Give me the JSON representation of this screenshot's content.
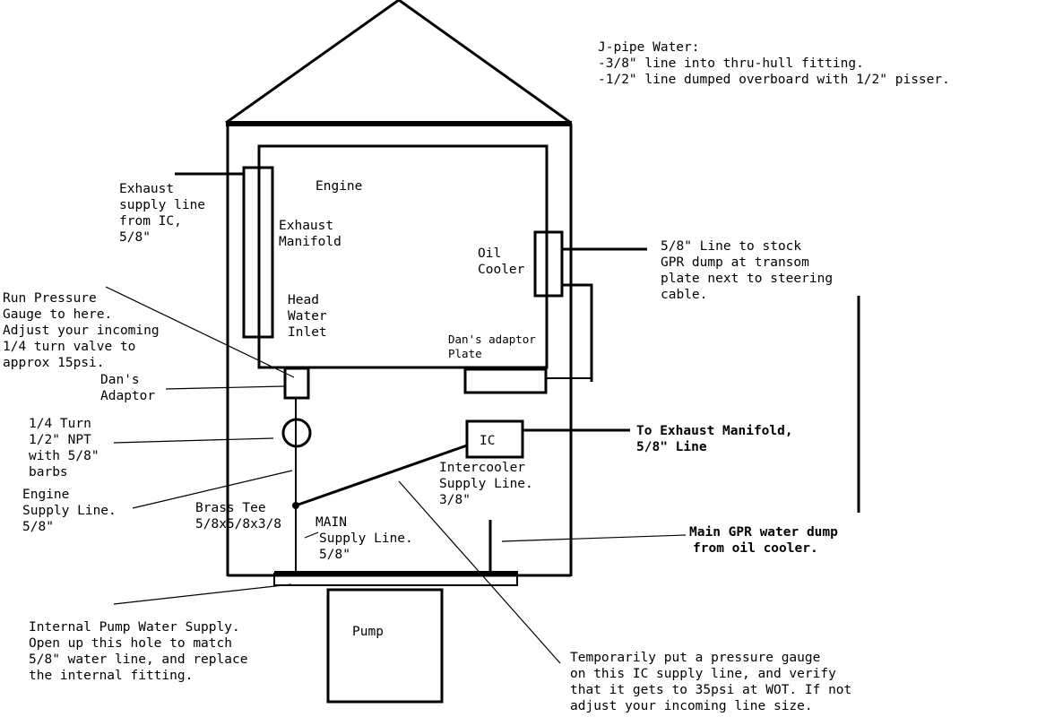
{
  "labels": {
    "jpipe": [
      "J-pipe Water:",
      "-3/8\" line into thru-hull fitting.",
      "-1/2\" line dumped overboard with 1/2\" pisser."
    ],
    "engine": [
      "Engine"
    ],
    "exhaust_supply": [
      "Exhaust",
      "supply line",
      "from IC,",
      "5/8\""
    ],
    "exhaust_manifold": [
      "Exhaust",
      "Manifold"
    ],
    "oil_cooler": [
      "Oil",
      "Cooler"
    ],
    "stock_dump": [
      "5/8\" Line to stock",
      "GPR dump at transom",
      "plate next to steering",
      "cable."
    ],
    "run_pressure": [
      "Run Pressure",
      "Gauge to here.",
      "Adjust your incoming",
      "1/4 turn valve to",
      "approx 15psi."
    ],
    "head_water_inlet": [
      "Head",
      "Water",
      "Inlet"
    ],
    "dans_adaptor_plate": [
      "Dan's adaptor",
      "Plate"
    ],
    "dans_adaptor": [
      "Dan's",
      "Adaptor"
    ],
    "quarter_turn": [
      "1/4 Turn",
      "1/2\" NPT",
      "with 5/8\"",
      "barbs"
    ],
    "ic": [
      "IC"
    ],
    "to_exhaust_manifold": [
      "To Exhaust Manifold,",
      "5/8\" Line"
    ],
    "intercooler_supply": [
      "Intercooler",
      "Supply Line.",
      "3/8\""
    ],
    "engine_supply": [
      "Engine",
      "Supply Line.",
      "5/8\""
    ],
    "brass_tee": [
      "Brass Tee",
      "5/8x5/8x3/8"
    ],
    "main_supply": [
      "MAIN",
      "Supply Line.",
      "5/8\""
    ],
    "main_gpr_dump": [
      "Main GPR water dump",
      "from oil cooler."
    ],
    "internal_pump": [
      "Internal Pump Water Supply.",
      "Open up this hole to match",
      "5/8\" water line, and replace",
      "the internal fitting."
    ],
    "pump": [
      "Pump"
    ],
    "temp_gauge": [
      "Temporarily put a pressure gauge",
      "on this IC supply line, and verify",
      "that it gets to 35psi at WOT. If not",
      "adjust your incoming line size."
    ]
  }
}
